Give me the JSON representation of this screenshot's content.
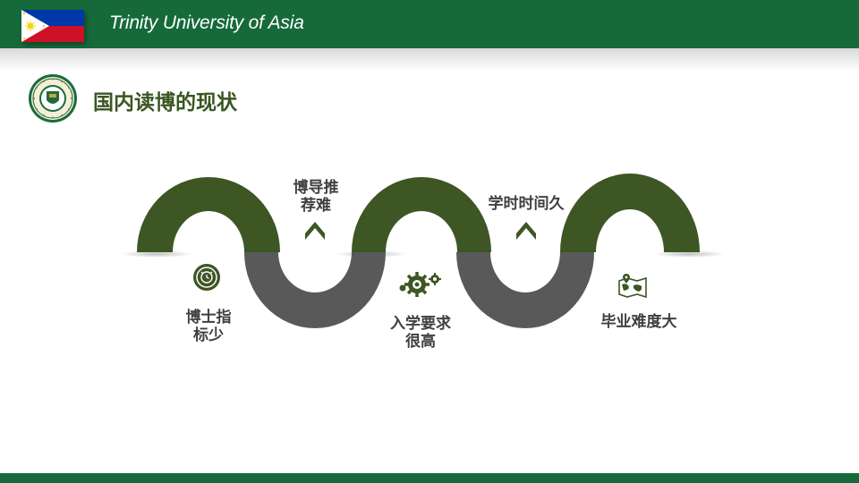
{
  "header": {
    "title": "Trinity University of Asia",
    "bar_color": "#166a3a"
  },
  "slide": {
    "title": "国内读博的现状"
  },
  "timeline": {
    "items": [
      {
        "text": "博士指\n标少",
        "icon": "alarm-clock-icon"
      },
      {
        "text": "博导推\n荐难",
        "icon": "chevron-up-icon"
      },
      {
        "text": "入学要求\n很高",
        "icon": "gears-icon"
      },
      {
        "text": "学时时间久",
        "icon": "chevron-up-icon"
      },
      {
        "text": "毕业难度大",
        "icon": "map-icon"
      }
    ],
    "colors": {
      "upper_arch": "#3d5624",
      "lower_arch": "#595959"
    }
  }
}
